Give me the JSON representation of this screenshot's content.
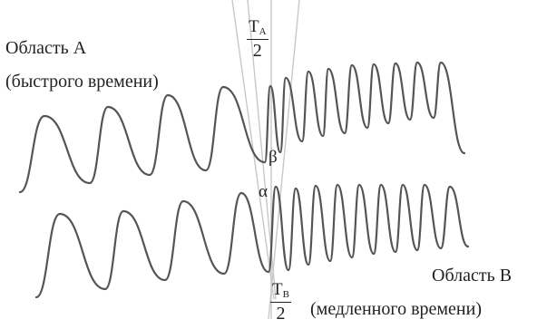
{
  "labels": {
    "region_a_title": "Область A",
    "region_a_subtitle": "(быстрого времени)",
    "region_b_title": "Область B",
    "region_b_subtitle": "(медленного времени)",
    "beta": "β",
    "alpha": "α"
  },
  "period_a": {
    "symbol": "T",
    "subscript": "A",
    "denominator": "2"
  },
  "period_b": {
    "symbol": "T",
    "subscript": "B",
    "denominator": "2"
  },
  "colors": {
    "wave": "#555555",
    "guide": "#c8c8c8",
    "text": "#222222"
  }
}
